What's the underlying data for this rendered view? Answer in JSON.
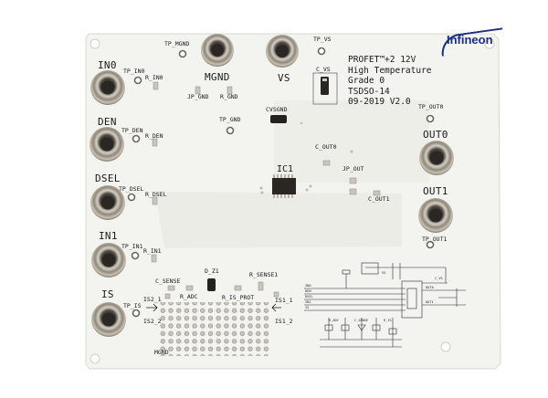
{
  "board": {
    "labels": {
      "tp_mgnd": "TP_MGND",
      "mgnd": "MGND",
      "vs": "VS",
      "tp_vs": "TP_VS",
      "in0": "IN0",
      "tp_in0": "TP_IN0",
      "r_in0": "R_IN0",
      "jp_gnd": "JP_GND",
      "r_gnd": "R_GND",
      "c_vs": "C_VS",
      "den": "DEN",
      "tp_den": "TP_DEN",
      "r_den": "R_DEN",
      "tp_gnd": "TP_GND",
      "cvsgnd": "CVSGND",
      "tp_out0": "TP_OUT0",
      "out0": "OUT0",
      "c_out0": "C_OUT0",
      "dsel": "DSEL",
      "tp_dsel": "TP_DSEL",
      "r_dsel": "R_DSEL",
      "ic1": "IC1",
      "jp_out": "JP_OUT",
      "c_out1": "C_OUT1",
      "out1": "OUT1",
      "tp_out1": "TP_OUT1",
      "in1": "IN1",
      "tp_in1": "TP_IN1",
      "r_in1": "R_IN1",
      "d_z1": "D_Z1",
      "c_sense": "C_SENSE",
      "r_sense1": "R_SENSE1",
      "is": "IS",
      "tp_is": "TP_IS",
      "is2_1": "IS2_1",
      "is2_2": "IS2_2",
      "r_adc": "R_ADC",
      "r_is_prot": "R_IS_PROT",
      "is1_1": "IS1_1",
      "is1_2": "IS1_2",
      "mgnd_bottom": "MGND"
    },
    "logo": "Infineon",
    "info_lines": [
      "PROFET™+2 12V",
      "High Temperature",
      "Grade 0",
      "TSDSO-14",
      "09-2019 V2.0"
    ]
  },
  "colors": {
    "background": "#ffffff",
    "pcb": "#f2f2ee",
    "silkscreen": "#1a1a1a",
    "logo": "#1b2f80",
    "pad": "#c9c6bd",
    "connector_ring": "#b8b2a6",
    "connector_dark": "#3a3632"
  }
}
